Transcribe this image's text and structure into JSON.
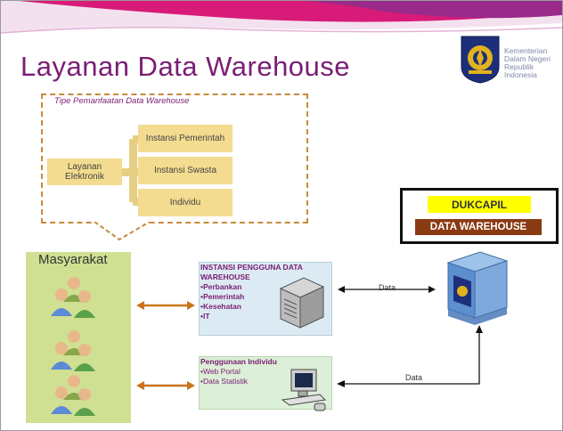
{
  "title": "Layanan Data  Warehouse",
  "ministry": [
    "Kementerian",
    "Dalam Negeri",
    "Republik",
    "Indonesia"
  ],
  "tipe_pemanfaatan": {
    "caption": "Tipe Pemanfaatan Data  Warehouse",
    "source": "Layanan Elektronik",
    "targets": [
      "Instansi Pemerintah",
      "Instansi Swasta",
      "Individu"
    ]
  },
  "masyarakat": {
    "title": "Masyarakat"
  },
  "instansi": {
    "title_line1": "INSTANSI PENGGUNA DATA",
    "title_line2": "WAREHOUSE",
    "items": [
      "•Perbankan",
      "•Pemerintah",
      "•Kesehatan",
      "•IT"
    ]
  },
  "individu": {
    "title": "Penggunaan Individu",
    "items": [
      "•Web Portal",
      "•Data Statistik"
    ]
  },
  "dw": {
    "dukcapil": "DUKCAPIL",
    "label": "DATA WAREHOUSE"
  },
  "arrows": {
    "data_top": "Data",
    "data_bottom": "Data"
  },
  "colors": {
    "title": "#7a1d74",
    "masyarakat_bg": "#cfe092",
    "yellow_box": "#f3dc8f",
    "dukcapil_bg": "#ffff00",
    "dw_bg": "#8a3a13",
    "arrow_orange": "#c8741c"
  }
}
